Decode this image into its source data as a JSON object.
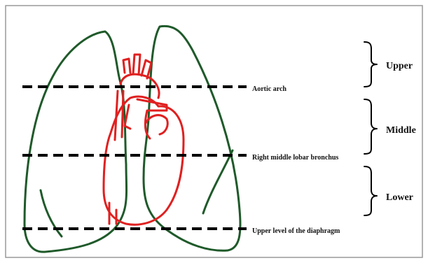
{
  "diagram": {
    "lines": [
      {
        "label": "Aortic arch"
      },
      {
        "label": "Right middle lobar bronchus"
      },
      {
        "label": "Upper  level of the diaphragm"
      }
    ],
    "zones": [
      {
        "label": "Upper"
      },
      {
        "label": "Middle"
      },
      {
        "label": "Lower"
      }
    ],
    "colors": {
      "lung_outline": "#1f5a2a",
      "heart": "#e02020",
      "dashes": "#000000",
      "frame": "#999999"
    }
  }
}
